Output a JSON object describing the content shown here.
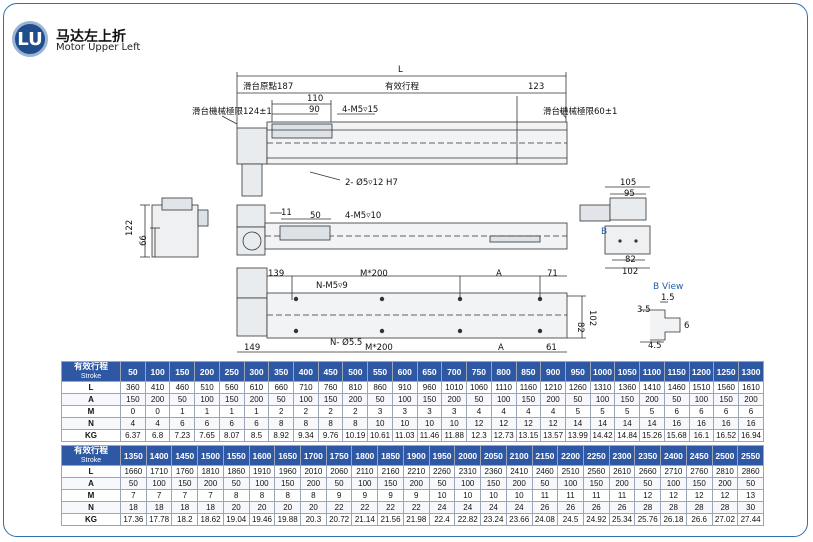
{
  "header": {
    "badge": "LU",
    "title_cn": "马达左上折",
    "title_en": "Motor Upper Left"
  },
  "colors": {
    "frame": "#2d6fb1",
    "header_fill": "#2f58a4",
    "badge_fill": "#1f4d8c"
  },
  "dims": {
    "L": "L",
    "origin": "滑台原點187",
    "stroke": "有效行程",
    "d123": "123",
    "d110": "110",
    "d90": "90",
    "m5_15": "4-M5▿15",
    "limit_left": "滑台機械極限124±1",
    "limit_right": "滑台機械極限60±1",
    "hole": "2- Ø5▿12 H7",
    "d11": "11",
    "d50": "50",
    "m5_10": "4-M5▿10",
    "d122": "122",
    "d66": "66",
    "d105": "105",
    "d95": "95",
    "d82a": "82",
    "d102a": "102",
    "b": "B",
    "d139": "139",
    "m200a": "M*200",
    "a1": "A",
    "d71": "71",
    "nm5": "N-M5▿9",
    "d82b": "82",
    "d102b": "102",
    "d149": "149",
    "n55": "N- Ø5.5",
    "m200b": "M*200",
    "a2": "A",
    "d61": "61",
    "bview": "B View",
    "d15": "1.5",
    "d35": "3.5",
    "d6": "6",
    "d45": "4.5"
  },
  "tables": [
    {
      "stroke_label": "有效行程",
      "stroke_sub": "Stroke",
      "strokes": [
        "50",
        "100",
        "150",
        "200",
        "250",
        "300",
        "350",
        "400",
        "450",
        "500",
        "550",
        "600",
        "650",
        "700",
        "750",
        "800",
        "850",
        "900",
        "950",
        "1000",
        "1050",
        "1100",
        "1150",
        "1200",
        "1250",
        "1300"
      ],
      "rows": [
        {
          "label": "L",
          "values": [
            "360",
            "410",
            "460",
            "510",
            "560",
            "610",
            "660",
            "710",
            "760",
            "810",
            "860",
            "910",
            "960",
            "1010",
            "1060",
            "1110",
            "1160",
            "1210",
            "1260",
            "1310",
            "1360",
            "1410",
            "1460",
            "1510",
            "1560",
            "1610"
          ]
        },
        {
          "label": "A",
          "values": [
            "150",
            "200",
            "50",
            "100",
            "150",
            "200",
            "50",
            "100",
            "150",
            "200",
            "50",
            "100",
            "150",
            "200",
            "50",
            "100",
            "150",
            "200",
            "50",
            "100",
            "150",
            "200",
            "50",
            "100",
            "150",
            "200"
          ]
        },
        {
          "label": "M",
          "values": [
            "0",
            "0",
            "1",
            "1",
            "1",
            "1",
            "2",
            "2",
            "2",
            "2",
            "3",
            "3",
            "3",
            "3",
            "4",
            "4",
            "4",
            "4",
            "5",
            "5",
            "5",
            "5",
            "6",
            "6",
            "6",
            "6"
          ]
        },
        {
          "label": "N",
          "values": [
            "4",
            "4",
            "6",
            "6",
            "6",
            "6",
            "8",
            "8",
            "8",
            "8",
            "10",
            "10",
            "10",
            "10",
            "12",
            "12",
            "12",
            "12",
            "14",
            "14",
            "14",
            "14",
            "16",
            "16",
            "16",
            "16"
          ]
        },
        {
          "label": "KG",
          "values": [
            "6.37",
            "6.8",
            "7.23",
            "7.65",
            "8.07",
            "8.5",
            "8.92",
            "9.34",
            "9.76",
            "10.19",
            "10.61",
            "11.03",
            "11.46",
            "11.88",
            "12.3",
            "12.73",
            "13.15",
            "13.57",
            "13.99",
            "14.42",
            "14.84",
            "15.26",
            "15.68",
            "16.1",
            "16.52",
            "16.94"
          ]
        }
      ]
    },
    {
      "stroke_label": "有效行程",
      "stroke_sub": "Stroke",
      "strokes": [
        "1350",
        "1400",
        "1450",
        "1500",
        "1550",
        "1600",
        "1650",
        "1700",
        "1750",
        "1800",
        "1850",
        "1900",
        "1950",
        "2000",
        "2050",
        "2100",
        "2150",
        "2200",
        "2250",
        "2300",
        "2350",
        "2400",
        "2450",
        "2500",
        "2550"
      ],
      "rows": [
        {
          "label": "L",
          "values": [
            "1660",
            "1710",
            "1760",
            "1810",
            "1860",
            "1910",
            "1960",
            "2010",
            "2060",
            "2110",
            "2160",
            "2210",
            "2260",
            "2310",
            "2360",
            "2410",
            "2460",
            "2510",
            "2560",
            "2610",
            "2660",
            "2710",
            "2760",
            "2810",
            "2860"
          ]
        },
        {
          "label": "A",
          "values": [
            "50",
            "100",
            "150",
            "200",
            "50",
            "100",
            "150",
            "200",
            "50",
            "100",
            "150",
            "200",
            "50",
            "100",
            "150",
            "200",
            "50",
            "100",
            "150",
            "200",
            "50",
            "100",
            "150",
            "200",
            "50"
          ]
        },
        {
          "label": "M",
          "values": [
            "7",
            "7",
            "7",
            "7",
            "8",
            "8",
            "8",
            "8",
            "9",
            "9",
            "9",
            "9",
            "10",
            "10",
            "10",
            "10",
            "11",
            "11",
            "11",
            "11",
            "12",
            "12",
            "12",
            "12",
            "13"
          ]
        },
        {
          "label": "N",
          "values": [
            "18",
            "18",
            "18",
            "18",
            "20",
            "20",
            "20",
            "20",
            "22",
            "22",
            "22",
            "22",
            "24",
            "24",
            "24",
            "24",
            "26",
            "26",
            "26",
            "26",
            "28",
            "28",
            "28",
            "28",
            "30"
          ]
        },
        {
          "label": "KG",
          "values": [
            "17.36",
            "17.78",
            "18.2",
            "18.62",
            "19.04",
            "19.46",
            "19.88",
            "20.3",
            "20.72",
            "21.14",
            "21.56",
            "21.98",
            "22.4",
            "22.82",
            "23.24",
            "23.66",
            "24.08",
            "24.5",
            "24.92",
            "25.34",
            "25.76",
            "26.18",
            "26.6",
            "27.02",
            "27.44"
          ]
        }
      ]
    }
  ]
}
